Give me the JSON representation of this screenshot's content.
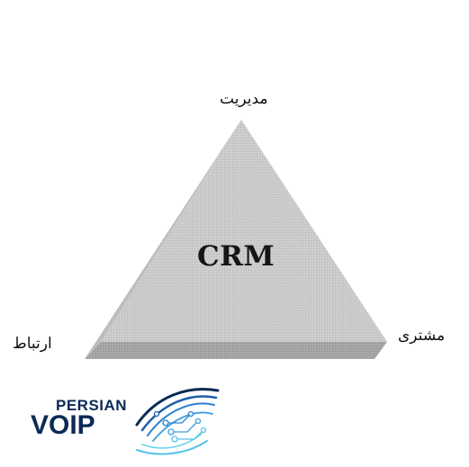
{
  "diagram": {
    "center": "CRM",
    "top": "مدیریت",
    "right": "مشتری",
    "left": "ارتباط"
  },
  "logo": {
    "line1": "PERSIAN",
    "line2": "VOIP",
    "color_dark": "#0b2a55",
    "color_accent": "#2a7fd1",
    "color_light": "#56c3e8"
  },
  "colors": {
    "triangle_fill": "#c9c9c9",
    "triangle_shadow": "#9e9e9e"
  }
}
